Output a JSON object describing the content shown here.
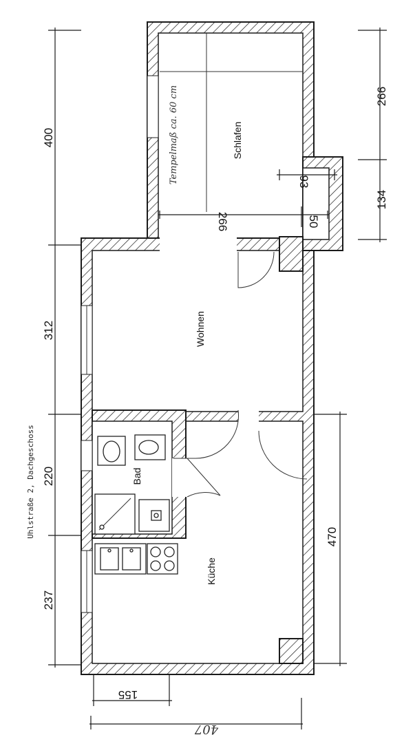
{
  "address_caption": "Uhlstraße 2, Dachgeschoss",
  "rooms": {
    "schlafen": "Schlafen",
    "wohnen": "Wohnen",
    "bad": "Bad",
    "kueche": "Küche"
  },
  "dimensions": {
    "schlafen_height": "400",
    "wohnen_height": "312",
    "bad_height": "220",
    "kueche_height": "237",
    "kueche_depth": "470",
    "schlafen_width": "266",
    "schlafen_right": "266",
    "niche_width": "93",
    "niche_gap": "50",
    "niche_height": "134",
    "bottom_inner": "155",
    "bottom_total": "407"
  },
  "handwritten_note": "Tempelmaß ca. 60 cm"
}
